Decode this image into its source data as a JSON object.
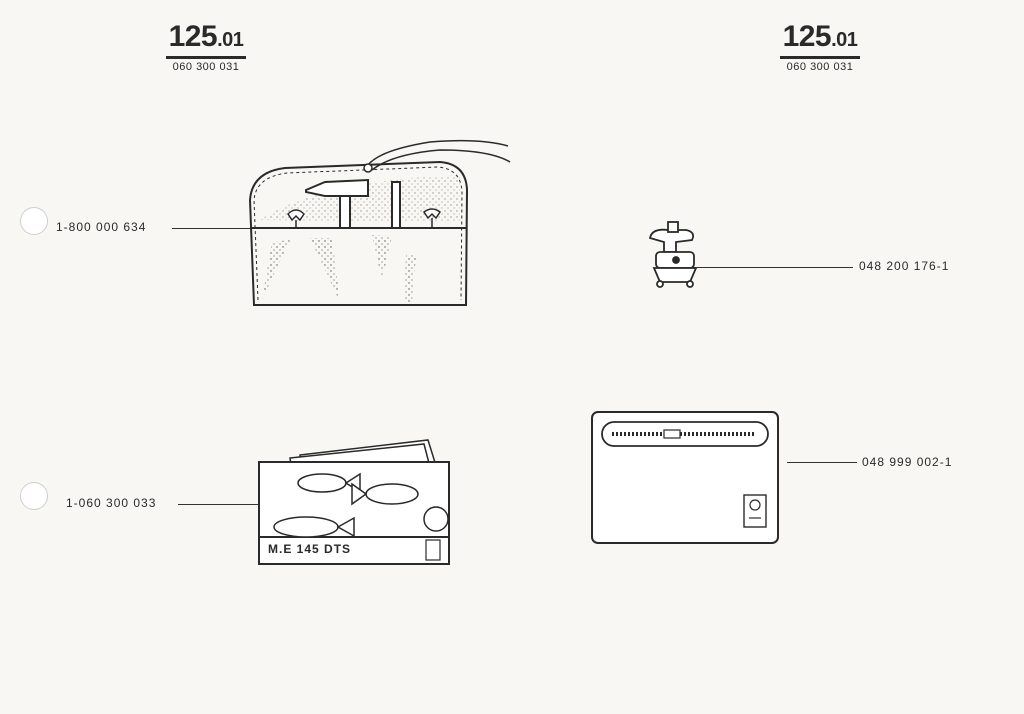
{
  "headers": [
    {
      "number": "125",
      "suffix": ".01",
      "code": "060 300 031"
    },
    {
      "number": "125",
      "suffix": ".01",
      "code": "060 300 031"
    }
  ],
  "parts": {
    "tool_pouch": {
      "label": "1-800 000 634"
    },
    "grease_gun": {
      "label": "048 200 176-1"
    },
    "manual": {
      "label": "1-060 300 033",
      "cover_text": "M.E 145 DTS"
    },
    "zip_bag": {
      "label": "048 999 002-1"
    }
  }
}
